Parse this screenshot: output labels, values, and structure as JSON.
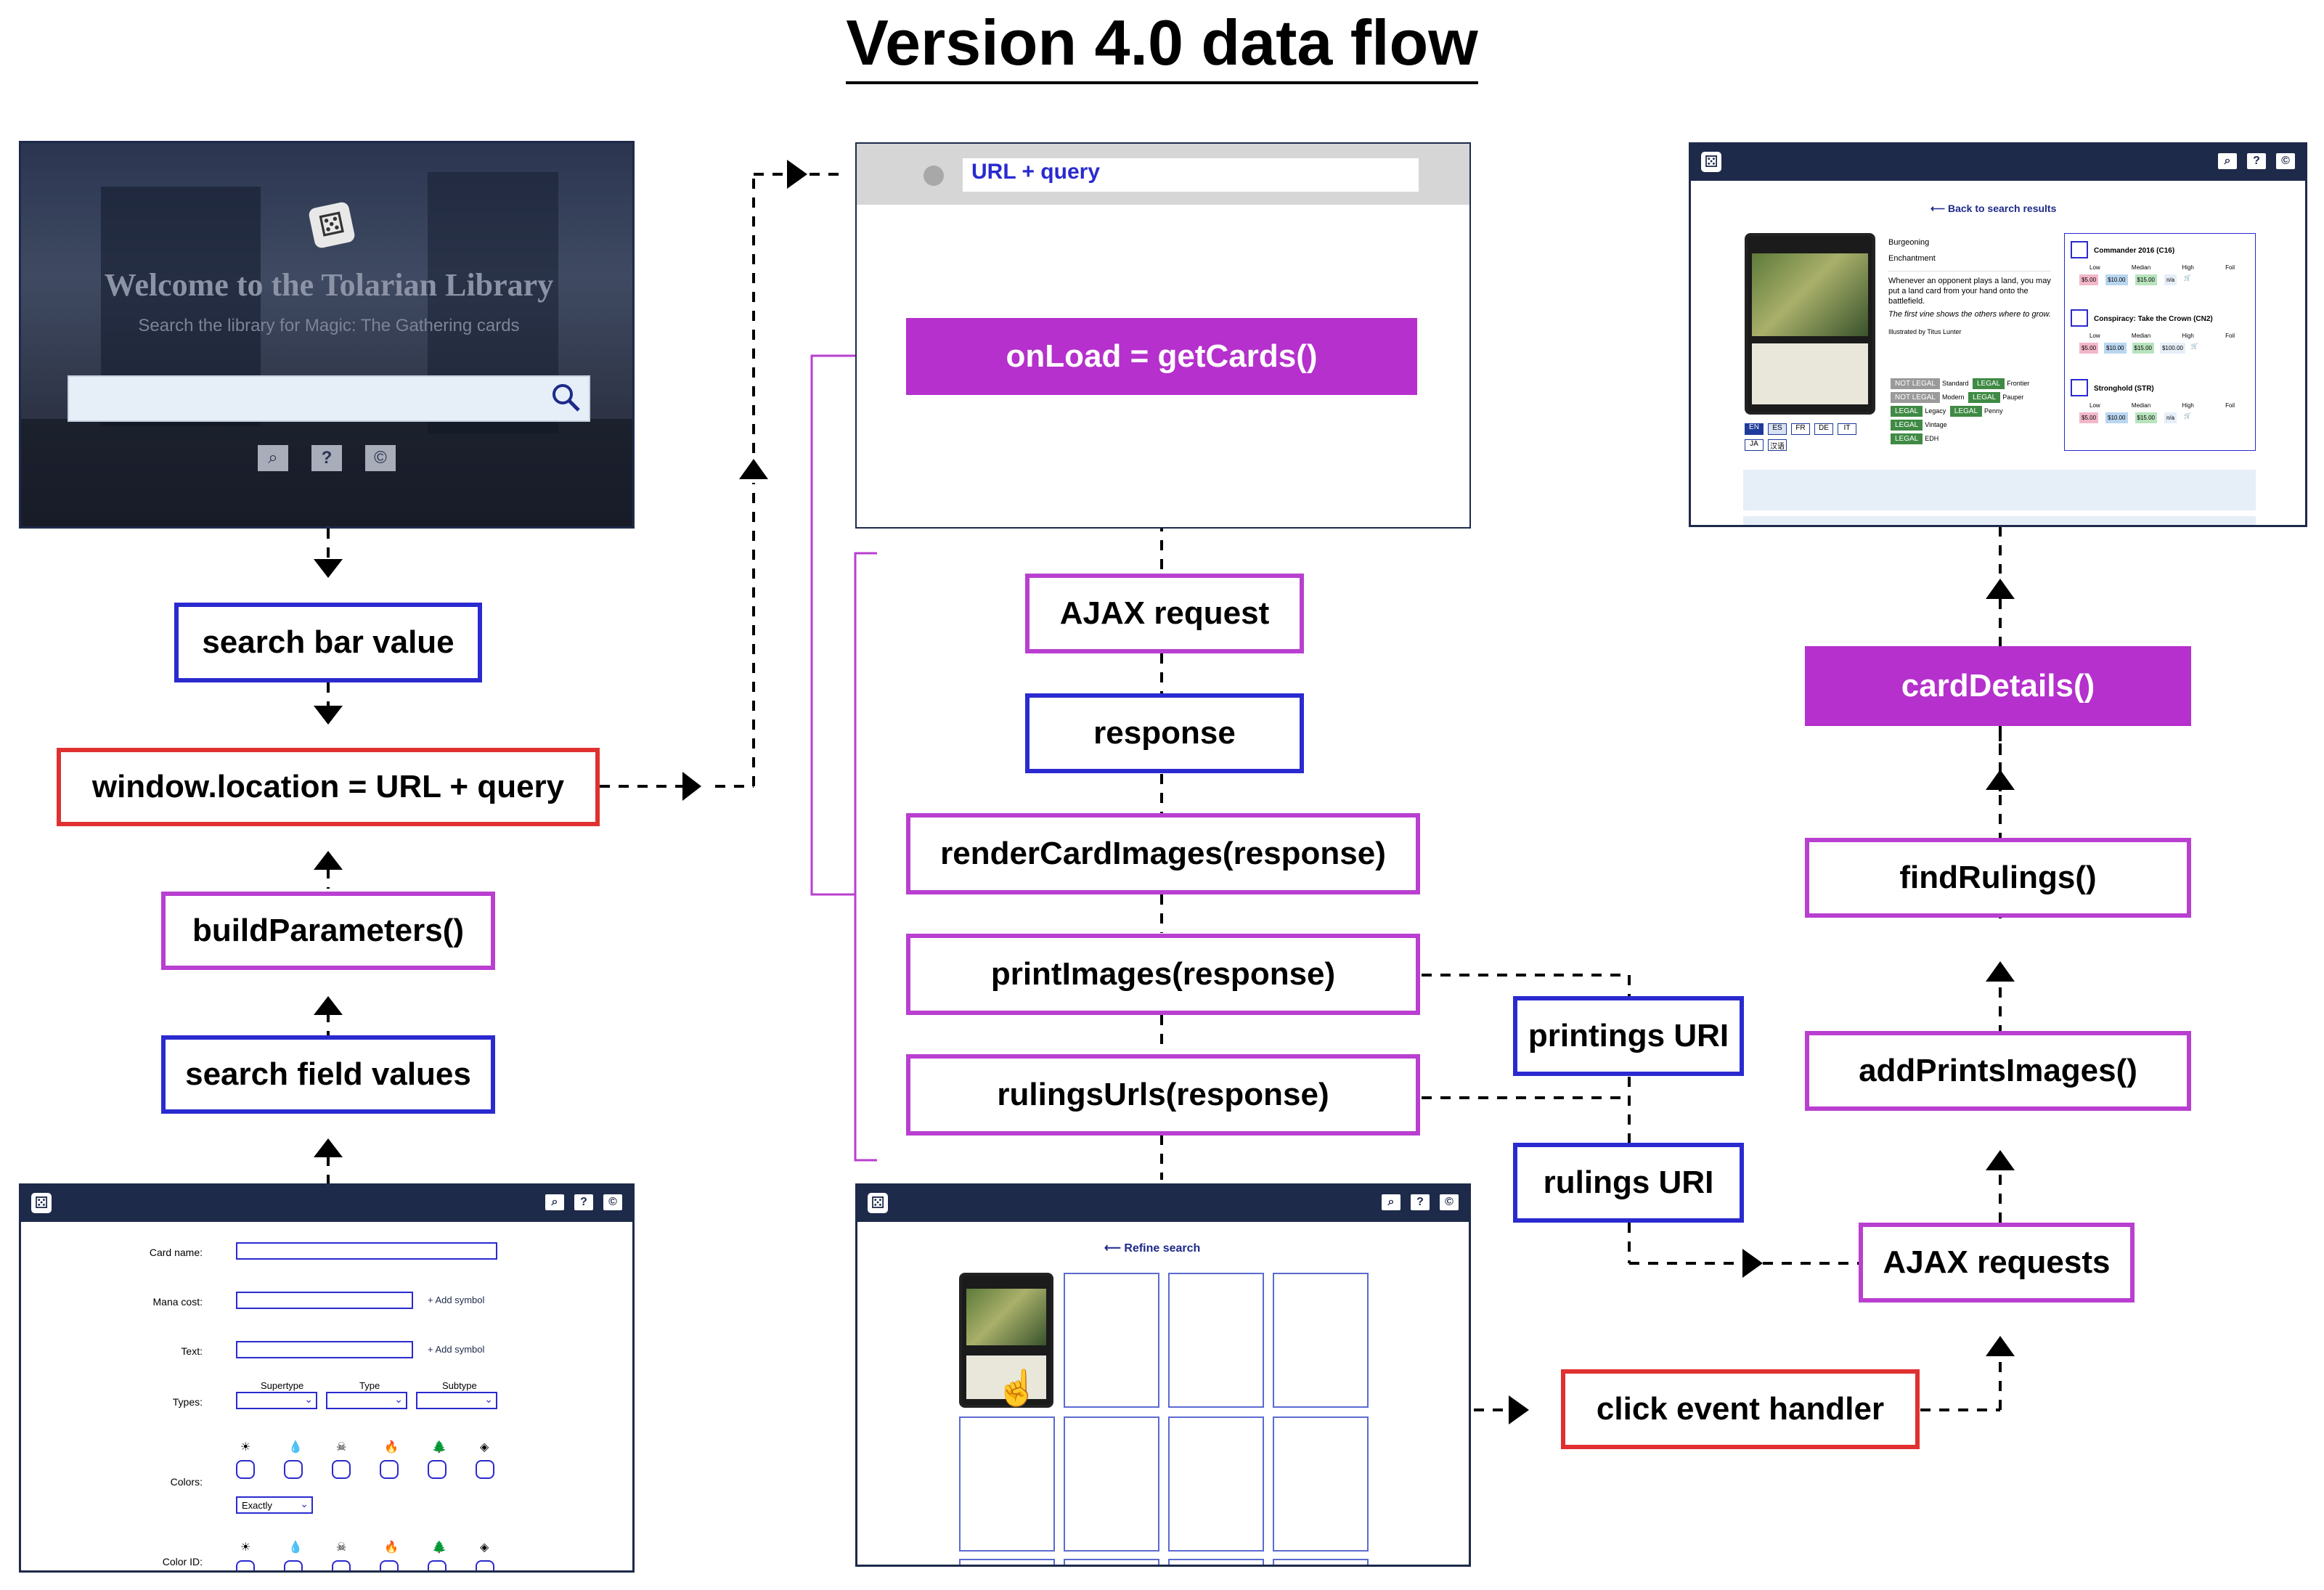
{
  "title": "Version 4.0 data flow",
  "colors": {
    "blue": "#2a2ad0",
    "purple": "#b93fd0",
    "red": "#e03030",
    "filled_purple": "#b530cc",
    "navy": "#1e2a4a"
  },
  "nodes": {
    "search_bar_value": "search bar value",
    "window_location": "window.location = URL + query",
    "build_parameters": "buildParameters()",
    "search_field_values": "search field values",
    "url_query": "URL + query",
    "onload": "onLoad = getCards()",
    "ajax_request": "AJAX request",
    "response": "response",
    "render_card_images": "renderCardImages(response)",
    "print_images": "printImages(response)",
    "rulings_urls": "rulingsUrls(response)",
    "printings_uri": "printings URI",
    "rulings_uri": "rulings URI",
    "ajax_requests": "AJAX requests",
    "click_event_handler": "click event handler",
    "add_prints_images": "addPrintsImages()",
    "find_rulings": "findRulings()",
    "card_details": "cardDetails()"
  },
  "home_screen": {
    "heading": "Welcome to the Tolarian Library",
    "subheading": "Search the library for Magic: The Gathering cards",
    "icons": [
      "search-icon",
      "help-icon",
      "copyright-icon"
    ]
  },
  "search_form": {
    "labels": {
      "card_name": "Card name:",
      "mana_cost": "Mana cost:",
      "text": "Text:",
      "types": "Types:",
      "colors": "Colors:",
      "color_id": "Color ID:"
    },
    "add_symbol": "+ Add symbol",
    "type_headers": [
      "Supertype",
      "Type",
      "Subtype"
    ],
    "colors_mode": "Exactly"
  },
  "results_screen": {
    "refine": "Refine search"
  },
  "details_screen": {
    "back": "Back to search results",
    "card_name": "Burgeoning",
    "card_type": "Enchantment",
    "rules_text": "Whenever an opponent plays a land, you may put a land card from your hand onto the battlefield.",
    "flavor_text": "The first vine shows the others where to grow.",
    "artist": "Illustrated by Titus Lunter",
    "languages": [
      "EN",
      "ES",
      "FR",
      "DE",
      "IT",
      "JA",
      "汉语"
    ],
    "legality_left": [
      {
        "status": "NOT LEGAL",
        "format": "Standard"
      },
      {
        "status": "NOT LEGAL",
        "format": "Modern"
      },
      {
        "status": "LEGAL",
        "format": "Legacy"
      },
      {
        "status": "LEGAL",
        "format": "Vintage"
      },
      {
        "status": "LEGAL",
        "format": "EDH"
      }
    ],
    "legality_right": [
      {
        "status": "LEGAL",
        "format": "Frontier"
      },
      {
        "status": "LEGAL",
        "format": "Pauper"
      },
      {
        "status": "LEGAL",
        "format": "Penny"
      }
    ],
    "price_headers": [
      "Low",
      "Median",
      "High",
      "Foil"
    ],
    "sets": [
      {
        "name": "Commander 2016 (C16)",
        "prices": [
          "$5.00",
          "$10.00",
          "$15.00",
          "n/a"
        ]
      },
      {
        "name": "Conspiracy: Take the Crown (CN2)",
        "prices": [
          "$5.00",
          "$10.00",
          "$15.00",
          "$100.00"
        ]
      },
      {
        "name": "Stronghold (STR)",
        "prices": [
          "$5.00",
          "$10.00",
          "$15.00",
          "n/a"
        ]
      }
    ]
  }
}
